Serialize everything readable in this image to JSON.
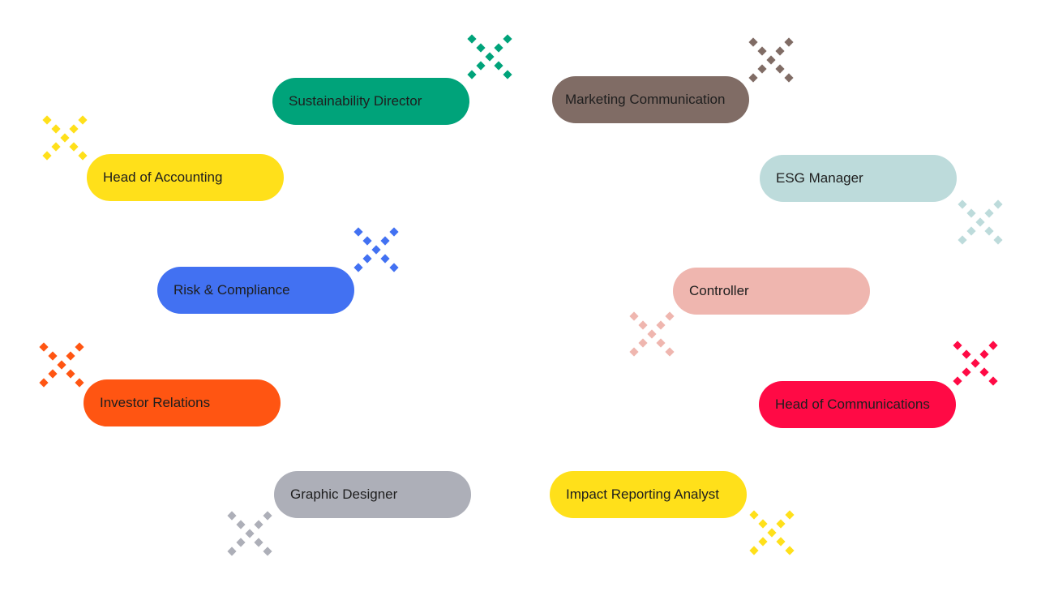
{
  "roles": [
    {
      "label": "Sustainability Director",
      "color": "#00A37A"
    },
    {
      "label": "Head of Accounting",
      "color": "#FFE01A"
    },
    {
      "label": "Risk & Compliance",
      "color": "#4271F2"
    },
    {
      "label": "Investor Relations",
      "color": "#FF5512"
    },
    {
      "label": "Graphic Designer",
      "color": "#ADAFB8"
    },
    {
      "label": "Marketing Communication",
      "color": "#806C65"
    },
    {
      "label": "ESG Manager",
      "color": "#BDDBDB"
    },
    {
      "label": "Controller",
      "color": "#EFB6AF"
    },
    {
      "label": "Head of Communications",
      "color": "#FF0A45"
    },
    {
      "label": "Impact Reporting Analyst",
      "color": "#FFE01A"
    }
  ]
}
